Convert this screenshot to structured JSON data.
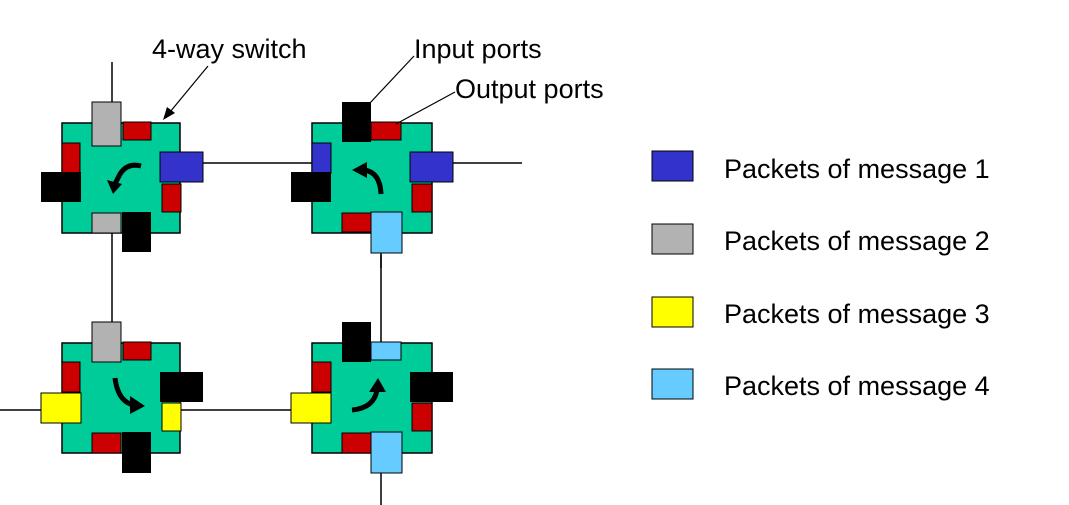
{
  "labels": {
    "switch": "4-way switch",
    "input_ports": "Input ports",
    "output_ports": "Output ports"
  },
  "legend": [
    {
      "text": "Packets of message 1",
      "color": "#3333cc"
    },
    {
      "text": "Packets of message 2",
      "color": "#b2b2b2"
    },
    {
      "text": "Packets of message 3",
      "color": "#ffff00"
    },
    {
      "text": "Packets of message 4",
      "color": "#66ccff"
    }
  ],
  "colors": {
    "switch_body": "#00cc99",
    "input_port": "#000000",
    "output_port": "#cc0000"
  }
}
